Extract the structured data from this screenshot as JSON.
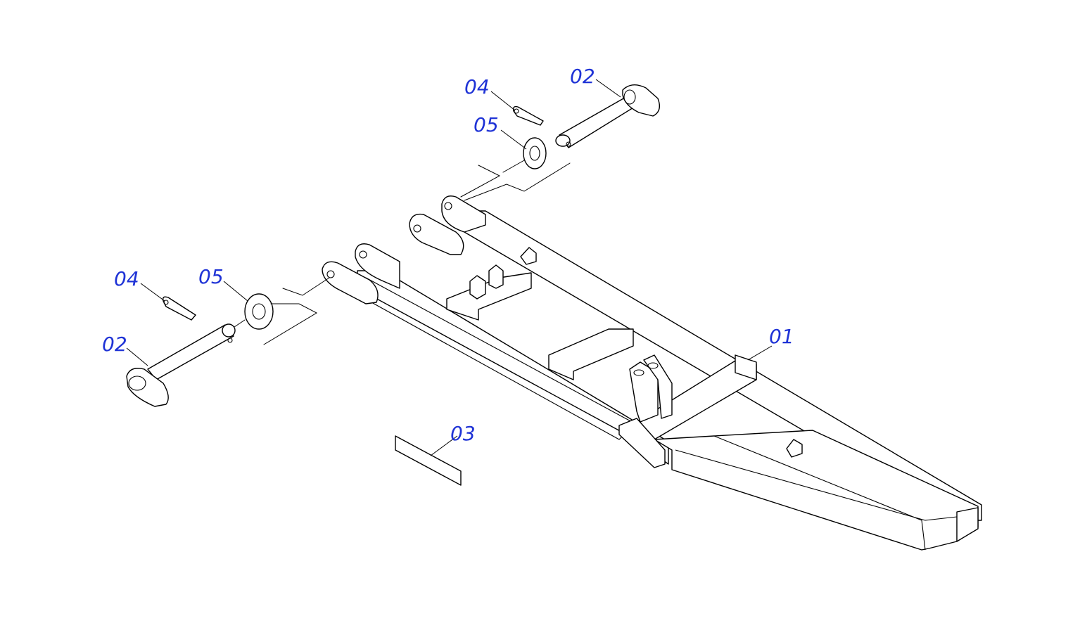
{
  "diagram": {
    "colors": {
      "callout": "#1f33d6",
      "line": "#000000",
      "background": "#ffffff"
    },
    "callouts": {
      "c01": "01",
      "c02a": "02",
      "c02b": "02",
      "c03": "03",
      "c04a": "04",
      "c04b": "04",
      "c05a": "05",
      "c05b": "05"
    }
  }
}
